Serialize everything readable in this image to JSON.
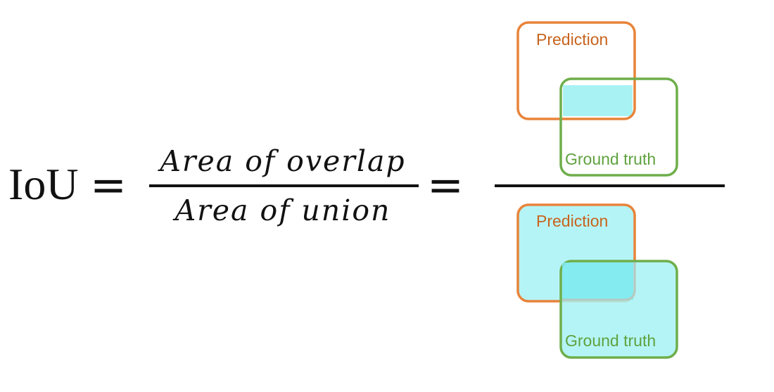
{
  "formula": {
    "lhs": "IoU",
    "equals": "=",
    "numerator": "Area of overlap",
    "denominator": "Area of union"
  },
  "top_diagram": {
    "prediction_label": "Prediction",
    "ground_truth_label": "Ground truth"
  },
  "bottom_diagram": {
    "prediction_label": "Prediction",
    "ground_truth_label": "Ground truth"
  },
  "colors": {
    "prediction": "#E8843A",
    "prediction_text": "#C8641E",
    "ground_truth": "#6FAE4B",
    "ground_truth_text": "#5FA23E",
    "fill": "#A8F2F4",
    "overlap_fill": "#7FEAF0",
    "text": "#111111"
  }
}
